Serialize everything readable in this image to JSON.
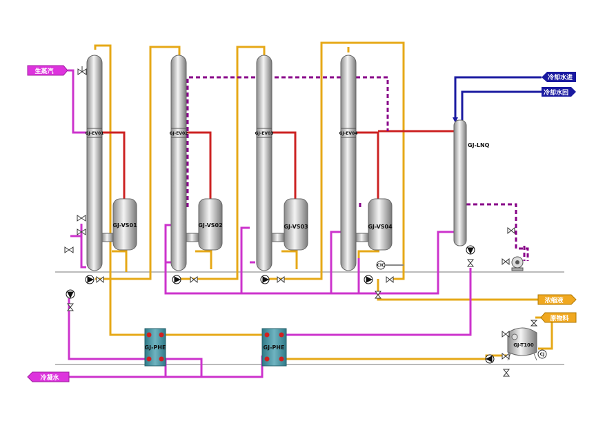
{
  "colors": {
    "steam": "#cc33cc",
    "product": "#e6a817",
    "vapor": "#cc2222",
    "coolant": "#1a1aa0",
    "condensate": "#880088",
    "hx": "#3a8a9a"
  },
  "streams": {
    "steam_in": "生蒸汽",
    "cooling_in": "冷却水进",
    "cooling_out": "冷却水回",
    "concentrate_out": "浓缩液",
    "raw_feed_in": "原物料",
    "condensate_out": "冷凝水"
  },
  "evaporators": [
    {
      "tag": "GJ-EV01"
    },
    {
      "tag": "GJ-EV02"
    },
    {
      "tag": "GJ-EV03"
    },
    {
      "tag": "GJ-EV04"
    }
  ],
  "separators": [
    {
      "tag": "GJ-VS01"
    },
    {
      "tag": "GJ-VS02"
    },
    {
      "tag": "GJ-VS03"
    },
    {
      "tag": "GJ-VS04"
    }
  ],
  "condenser": {
    "tag": "GJ-LNQ"
  },
  "heat_exchangers": [
    {
      "tag": "GJ-PHE"
    },
    {
      "tag": "GJ-PHE"
    }
  ],
  "tank": {
    "tag": "GJ-T100"
  },
  "cip": {
    "tag": "CIC"
  },
  "mixer": {
    "tag": "CJ"
  }
}
